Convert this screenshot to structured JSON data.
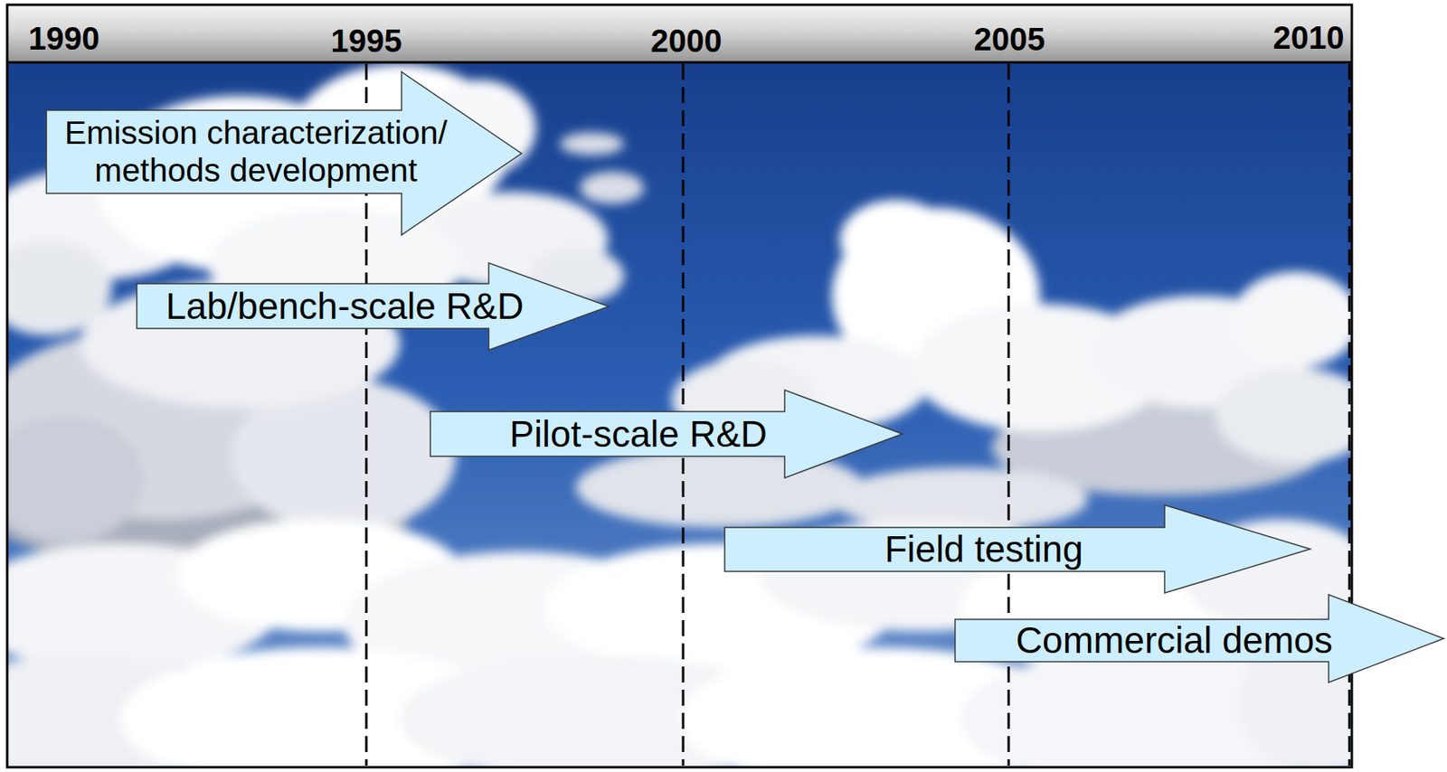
{
  "diagram": {
    "nodes": [
      {
        "text": [
          "Emission characterization/ methods development"
        ]
      },
      {
        "text": [
          "Lab/bench-scale R&D"
        ]
      },
      {
        "text": [
          "Pilot-scale R&D"
        ]
      },
      {
        "text": [
          "Field testing"
        ]
      },
      {
        "text": [
          "Commercial demos"
        ]
      }
    ],
    "labels": [
      "1990",
      "1995",
      "2000",
      "2005",
      "2010"
    ]
  }
}
